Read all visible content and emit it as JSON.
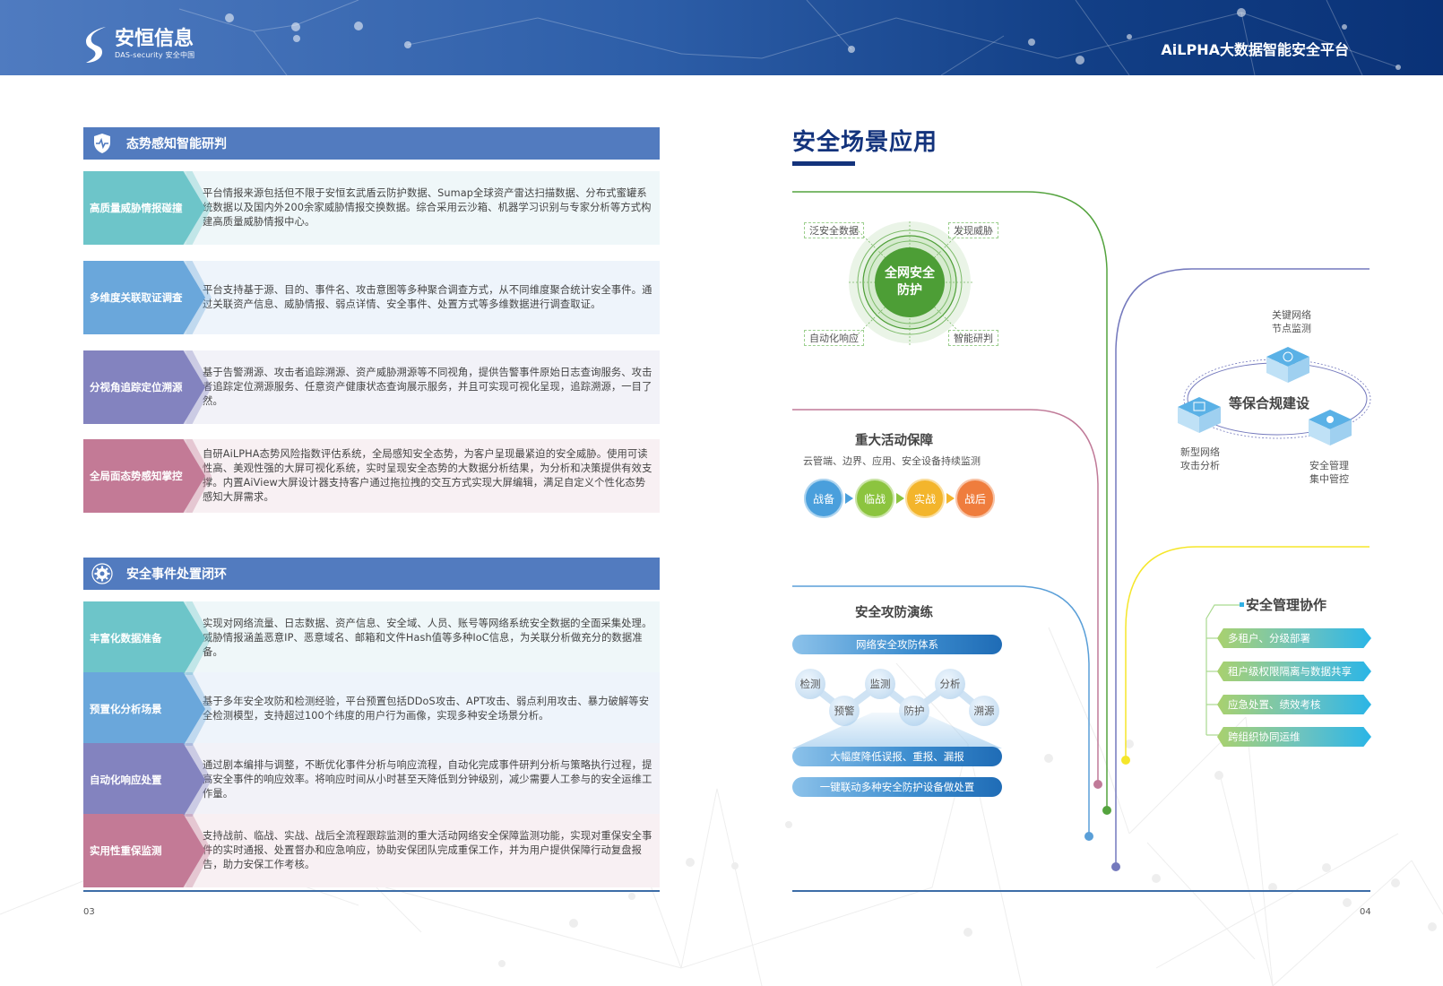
{
  "header": {
    "logo_cn": "安恒信息",
    "logo_en": "DAS-security 安全中国",
    "platform_title": "AiLPHA大数据智能安全平台",
    "brand_color": "#2d5ea8"
  },
  "left_page": {
    "page_number": "03",
    "sections": [
      {
        "title": "态势感知智能研判",
        "icon": "shield-pulse-icon",
        "rows": [
          {
            "tag": "高质量威胁情报碰撞",
            "color": "teal",
            "text": "平台情报来源包括但不限于安恒玄武盾云防护数据、Sumap全球资产雷达扫描数据、分布式蜜罐系统数据以及国内外200余家威胁情报交换数据。综合采用云沙箱、机器学习识别与专家分析等方式构建高质量威胁情报中心。"
          },
          {
            "tag": "多维度关联取证调查",
            "color": "blue",
            "text": "平台支持基于源、目的、事件名、攻击意图等多种聚合调查方式，从不同维度聚合统计安全事件。通过关联资产信息、威胁情报、弱点详情、安全事件、处置方式等多维数据进行调查取证。"
          },
          {
            "tag": "分视角追踪定位溯源",
            "color": "purple",
            "text": "基于告警溯源、攻击者追踪溯源、资产威胁溯源等不同视角，提供告警事件原始日志查询服务、攻击者追踪定位溯源服务、任意资产健康状态查询展示服务，并且可实现可视化呈现，追踪溯源，一目了然。"
          },
          {
            "tag": "全局面态势感知掌控",
            "color": "rose",
            "text": "自研AiLPHA态势风险指数评估系统，全局感知安全态势，为客户呈现最紧迫的安全威胁。使用可读性高、美观性强的大屏可视化系统，实时呈现安全态势的大数据分析结果，为分析和决策提供有效支撑。内置AiView大屏设计器支持客户通过拖拉拽的交互方式实现大屏编辑，满足自定义个性化态势感知大屏需求。"
          }
        ]
      },
      {
        "title": "安全事件处置闭环",
        "icon": "gear-cycle-icon",
        "rows": [
          {
            "tag": "丰富化数据准备",
            "color": "teal",
            "text": "实现对网络流量、日志数据、资产信息、安全域、人员、账号等网络系统安全数据的全面采集处理。威胁情报涵盖恶意IP、恶意域名、邮箱和文件Hash值等多种IoC信息，为关联分析做充分的数据准备。"
          },
          {
            "tag": "预置化分析场景",
            "color": "blue",
            "text": "基于多年安全攻防和检测经验，平台预置包括DDoS攻击、APT攻击、弱点利用攻击、暴力破解等安全检测模型，支持超过100个纬度的用户行为画像，实现多种安全场景分析。"
          },
          {
            "tag": "自动化响应处置",
            "color": "purple",
            "text": "通过剧本编排与调整，不断优化事件分析与响应流程，自动化完成事件研判分析与策略执行过程，提高安全事件的响应效率。将响应时间从小时甚至天降低到分钟级别，减少需要人工参与的安全运维工作量。"
          },
          {
            "tag": "实用性重保监测",
            "color": "rose",
            "text": "支持战前、临战、实战、战后全流程跟踪监测的重大活动网络安全保障监测功能，实现对重保安全事件的实时通报、处置督办和应急响应，协助安保团队完成重保工作，并为用户提供保障行动复盘报告，助力安保工作考核。"
          }
        ]
      }
    ]
  },
  "right_page": {
    "page_number": "04",
    "title": "安全场景应用",
    "defense": {
      "core_line1": "全网安全",
      "core_line2": "防护",
      "corners": [
        "泛安全数据",
        "发现威胁",
        "自动化响应",
        "智能研判"
      ]
    },
    "major_event": {
      "title": "重大活动保障",
      "subtitle": "云管端、边界、应用、安全设备持续监测",
      "phases": [
        {
          "label": "战备",
          "color": "#4a9fdc"
        },
        {
          "label": "临战",
          "color": "#8cc43f"
        },
        {
          "label": "实战",
          "color": "#f3b52c"
        },
        {
          "label": "战后",
          "color": "#ef7d3d"
        }
      ]
    },
    "drill": {
      "title": "安全攻防演练",
      "system_pill": "网络安全攻防体系",
      "nodes": [
        "检测",
        "预警",
        "监测",
        "防护",
        "分析",
        "溯源"
      ],
      "result_pills": [
        "大幅度降低误报、重报、漏报",
        "一键联动多种安全防护设备做处置"
      ]
    },
    "compliance": {
      "title": "等保合规建设",
      "nodes": [
        "关键网络\n节点监测",
        "新型网络\n攻击分析",
        "安全管理\n集中管控"
      ]
    },
    "management": {
      "title": "安全管理协作",
      "items": [
        "多租户、分级部署",
        "租户级权限隔离与数据共享",
        "应急处置、绩效考核",
        "跨组织协同运维"
      ]
    },
    "line_colors": {
      "green": "#54a33e",
      "rose": "#c07a98",
      "blue": "#5a9fd8",
      "purple": "#7479bd",
      "yellow": "#f5e62a"
    }
  }
}
